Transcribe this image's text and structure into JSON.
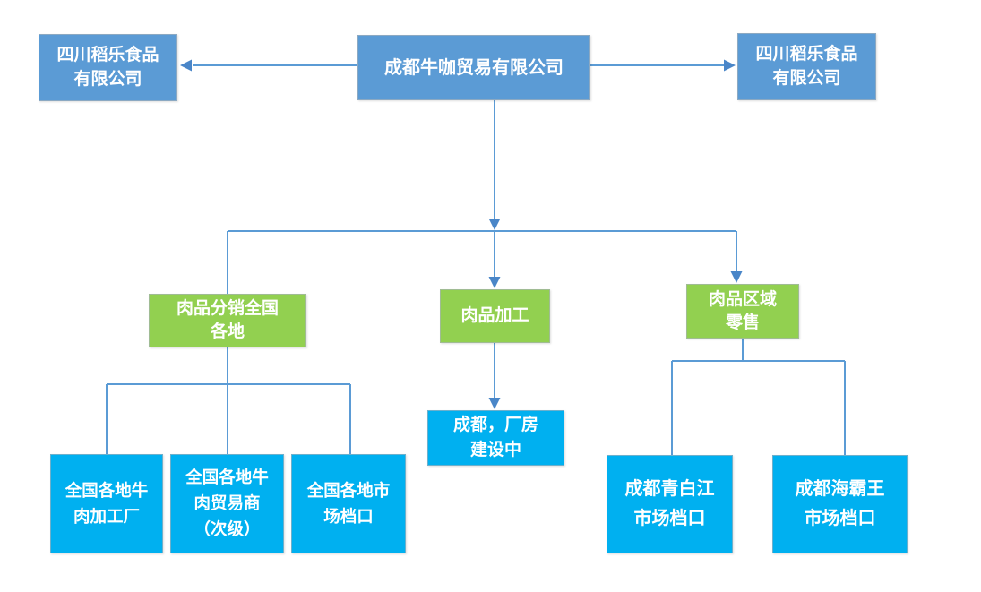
{
  "colors": {
    "box_blue": "#5B9BD5",
    "box_green": "#92D050",
    "box_cyan": "#00B0F0",
    "line_blue": "#5B9BD5",
    "arrow_blue": "#4A86C8",
    "text": "#FFFFFF"
  },
  "nodes": {
    "parent_left": {
      "label": "四川稻乐食品\n有限公司"
    },
    "root": {
      "label": "成都牛咖贸易有限公司"
    },
    "parent_right": {
      "label": "四川稻乐食品\n有限公司"
    },
    "branch_distribution": {
      "label": "肉品分销全国\n各地"
    },
    "branch_processing": {
      "label": "肉品加工"
    },
    "branch_retail": {
      "label": "肉品区域\n零售"
    },
    "processing_site": {
      "label": "成都，厂房\n建设中"
    },
    "dist_processing_plants": {
      "label": "全国各地牛\n肉加工厂"
    },
    "dist_traders": {
      "label": "全国各地牛\n肉贸易商\n（次级）"
    },
    "dist_market_stalls": {
      "label": "全国各地市\n场档口"
    },
    "retail_qingbaijiang": {
      "label": "成都青白江\n市场档口"
    },
    "retail_haibawang": {
      "label": "成都海霸王\n市场档口"
    }
  },
  "edges": [
    {
      "from": "root",
      "to": "parent_left",
      "arrow": true
    },
    {
      "from": "root",
      "to": "parent_right",
      "arrow": true
    },
    {
      "from": "root",
      "to": "branch_junction",
      "arrow": true
    },
    {
      "from": "root",
      "to": "branch_distribution",
      "arrow": false
    },
    {
      "from": "root",
      "to": "branch_processing",
      "arrow": true
    },
    {
      "from": "root",
      "to": "branch_retail",
      "arrow": true
    },
    {
      "from": "branch_processing",
      "to": "processing_site",
      "arrow": true
    },
    {
      "from": "branch_distribution",
      "to": "dist_processing_plants",
      "arrow": false
    },
    {
      "from": "branch_distribution",
      "to": "dist_traders",
      "arrow": false
    },
    {
      "from": "branch_distribution",
      "to": "dist_market_stalls",
      "arrow": false
    },
    {
      "from": "branch_retail",
      "to": "retail_qingbaijiang",
      "arrow": false
    },
    {
      "from": "branch_retail",
      "to": "retail_haibawang",
      "arrow": false
    }
  ]
}
